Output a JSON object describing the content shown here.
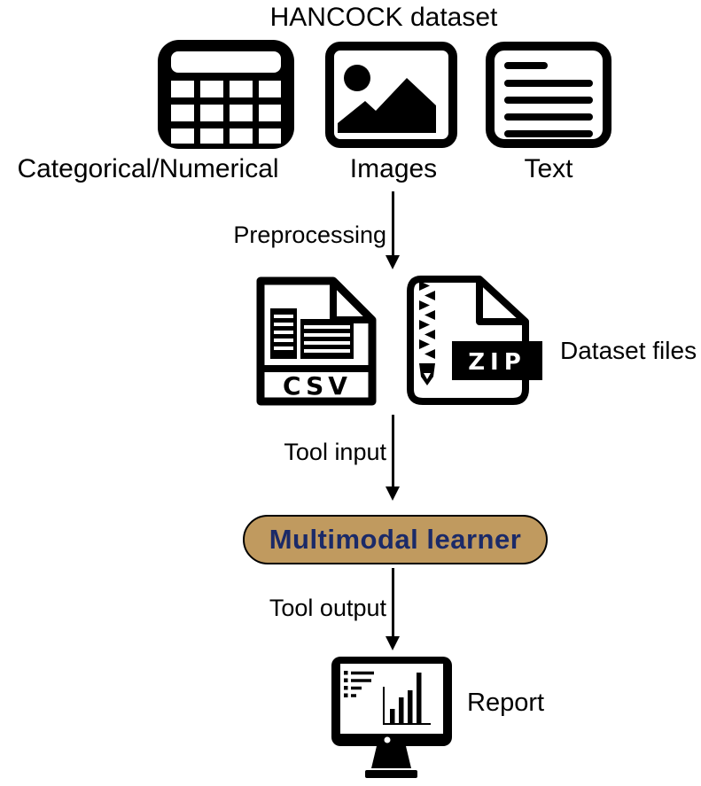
{
  "title": "HANCOCK dataset",
  "sources": {
    "items": [
      {
        "label": "Categorical/Numerical",
        "icon": "table-icon"
      },
      {
        "label": "Images",
        "icon": "image-icon"
      },
      {
        "label": "Text",
        "icon": "text-document-icon"
      }
    ]
  },
  "flow": {
    "preprocessing_label": "Preprocessing",
    "tool_input_label": "Tool input",
    "tool_output_label": "Tool output"
  },
  "dataset_files": {
    "label": "Dataset files",
    "csv_text": "CSV",
    "zip_text": "ZIP"
  },
  "learner": {
    "label": "Multimodal learner",
    "fill_color": "#C09A5F",
    "border_color": "#000000",
    "text_color": "#1B2A68"
  },
  "report": {
    "label": "Report"
  },
  "colors": {
    "icon_color": "#000000",
    "background": "#FFFFFF"
  }
}
